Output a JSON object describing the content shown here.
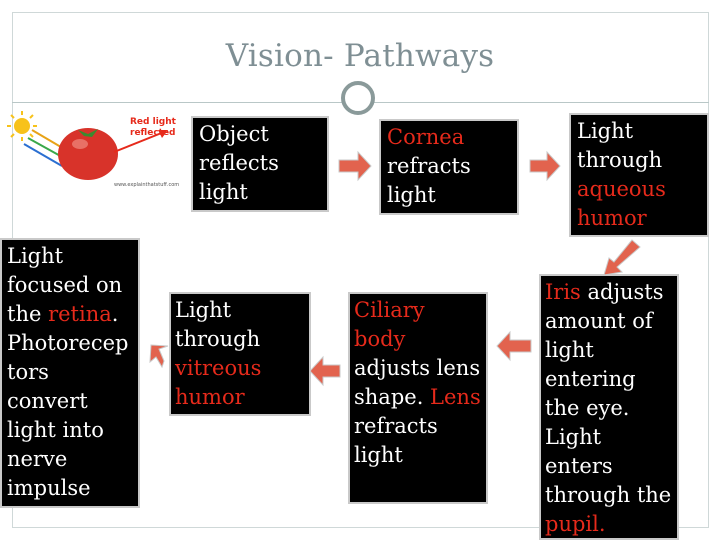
{
  "title": "Vision- Pathways",
  "illustration": {
    "label_line1": "Red light",
    "label_line2": "reflected",
    "caption": "www.explainthatstuff.com",
    "colors": {
      "tomato": "#d8332a",
      "sun": "#f7c21a",
      "rays": "#e62a1b",
      "label": "#e62a1b"
    }
  },
  "colors": {
    "accent_red": "#e62a1b",
    "arrow": "#e2634e",
    "box_bg": "#000000",
    "box_text": "#ffffff"
  },
  "steps": [
    {
      "id": "object",
      "lines": [
        [
          {
            "t": "Object"
          }
        ],
        [
          {
            "t": "reflects"
          }
        ],
        [
          {
            "t": "light"
          }
        ]
      ]
    },
    {
      "id": "cornea",
      "lines": [
        [
          {
            "t": "Cornea",
            "red": true
          }
        ],
        [
          {
            "t": "refracts"
          }
        ],
        [
          {
            "t": "light"
          }
        ]
      ]
    },
    {
      "id": "aqueous",
      "lines": [
        [
          {
            "t": "Light"
          }
        ],
        [
          {
            "t": "through"
          }
        ],
        [
          {
            "t": "aqueous",
            "red": true
          }
        ],
        [
          {
            "t": "humor",
            "red": true
          }
        ]
      ]
    },
    {
      "id": "iris",
      "lines": [
        [
          {
            "t": "Iris",
            "red": true
          },
          {
            "t": " adjusts"
          }
        ],
        [
          {
            "t": "amount of"
          }
        ],
        [
          {
            "t": "light"
          }
        ],
        [
          {
            "t": "entering"
          }
        ],
        [
          {
            "t": "the eye."
          }
        ],
        [
          {
            "t": "Light"
          }
        ],
        [
          {
            "t": "enters"
          }
        ],
        [
          {
            "t": "through the"
          }
        ],
        [
          {
            "t": "pupil.",
            "red": true
          }
        ]
      ]
    },
    {
      "id": "ciliary",
      "lines": [
        [
          {
            "t": "Ciliary",
            "red": true
          }
        ],
        [
          {
            "t": "body",
            "red": true
          }
        ],
        [
          {
            "t": "adjusts lens"
          }
        ],
        [
          {
            "t": "shape. "
          },
          {
            "t": "Lens",
            "red": true
          }
        ],
        [
          {
            "t": "refracts"
          }
        ],
        [
          {
            "t": "light"
          }
        ]
      ]
    },
    {
      "id": "vitreous",
      "lines": [
        [
          {
            "t": "Light"
          }
        ],
        [
          {
            "t": "through"
          }
        ],
        [
          {
            "t": "vitreous",
            "red": true
          }
        ],
        [
          {
            "t": "humor",
            "red": true
          }
        ]
      ]
    },
    {
      "id": "retina",
      "lines": [
        [
          {
            "t": "Light"
          }
        ],
        [
          {
            "t": "focused on"
          }
        ],
        [
          {
            "t": "the "
          },
          {
            "t": "retina",
            "red": true
          },
          {
            "t": "."
          }
        ],
        [
          {
            "t": "Photorecep"
          }
        ],
        [
          {
            "t": "tors"
          }
        ],
        [
          {
            "t": "convert"
          }
        ],
        [
          {
            "t": "light into"
          }
        ],
        [
          {
            "t": "nerve"
          }
        ],
        [
          {
            "t": "impulse"
          }
        ]
      ]
    }
  ]
}
